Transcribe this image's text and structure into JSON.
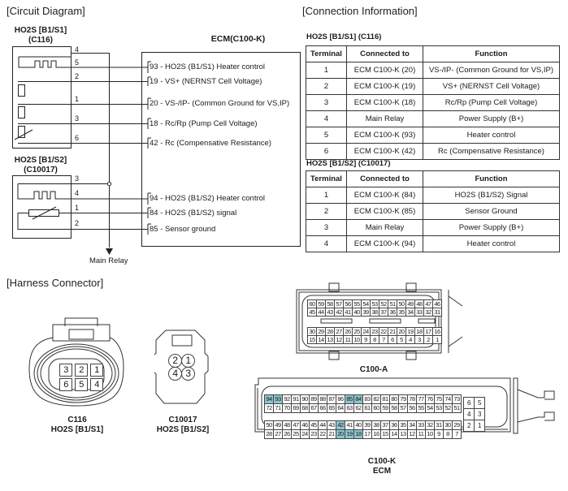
{
  "circuit_diagram": {
    "title": "[Circuit Diagram]",
    "ecm_title": "ECM(C100-K)",
    "sensor1": {
      "name": "HO2S [B1/S1]",
      "connector": "(C116)",
      "pins": [
        "4",
        "5",
        "2",
        "1",
        "3",
        "6"
      ]
    },
    "sensor2": {
      "name": "HO2S [B1/S2]",
      "connector": "(C10017)",
      "pins": [
        "3",
        "4",
        "1",
        "2"
      ]
    },
    "ecm_pins": [
      {
        "pin": "93",
        "label": " - HO2S (B1/S1) Heater control"
      },
      {
        "pin": "19",
        "label": " - VS+ (NERNST Cell Voltage)"
      },
      {
        "pin": "20",
        "label": " - VS-/IP- (Common Ground for VS,IP)"
      },
      {
        "pin": "18",
        "label": " - Rc/Rp (Pump Cell Voltage)"
      },
      {
        "pin": "42",
        "label": " - Rc (Compensative Resistance)"
      },
      {
        "pin": "94",
        "label": " - HO2S (B1/S2) Heater control"
      },
      {
        "pin": "84",
        "label": " - HO2S (B1/S2) signal"
      },
      {
        "pin": "85",
        "label": " - Sensor ground"
      }
    ],
    "main_relay": "Main Relay"
  },
  "connection_info": {
    "title": "[Connection Information]",
    "headers": [
      "Terminal",
      "Connected to",
      "Function"
    ],
    "tables": [
      {
        "title": "HO2S [B1/S1] (C116)",
        "rows": [
          [
            "1",
            "ECM C100-K (20)",
            "VS-/IP- (Common Ground for VS,IP)"
          ],
          [
            "2",
            "ECM C100-K (19)",
            "VS+ (NERNST Cell Voltage)"
          ],
          [
            "3",
            "ECM C100-K (18)",
            "Rc/Rp (Pump Cell Voltage)"
          ],
          [
            "4",
            "Main Relay",
            "Power Supply (B+)"
          ],
          [
            "5",
            "ECM C100-K (93)",
            "Heater control"
          ],
          [
            "6",
            "ECM C100-K (42)",
            "Rc (Compensative Resistance)"
          ]
        ]
      },
      {
        "title": "HO2S [B1/S2] (C10017)",
        "rows": [
          [
            "1",
            "ECM C100-K (84)",
            "HO2S (B1/S2) Signal"
          ],
          [
            "2",
            "ECM C100-K (85)",
            "Sensor Ground"
          ],
          [
            "3",
            "Main Relay",
            "Power Supply (B+)"
          ],
          [
            "4",
            "ECM C100-K (94)",
            "Heater control"
          ]
        ]
      }
    ]
  },
  "harness": {
    "title": "[Harness Connector]",
    "c116": {
      "caption1": "C116",
      "caption2": "HO2S [B1/S1]",
      "pins": [
        [
          "3",
          "2",
          "1"
        ],
        [
          "6",
          "5",
          "4"
        ]
      ]
    },
    "c10017": {
      "caption1": "C10017",
      "caption2": "HO2S [B1/S2]",
      "pins": [
        [
          "2",
          "1"
        ],
        [
          "4",
          "3"
        ]
      ]
    },
    "c100a": {
      "caption": "C100-A",
      "rows": [
        [
          "60",
          "59",
          "58",
          "57",
          "56",
          "55",
          "54",
          "53",
          "52",
          "51",
          "50",
          "49",
          "48",
          "47",
          "46"
        ],
        [
          "45",
          "44",
          "43",
          "42",
          "41",
          "40",
          "39",
          "38",
          "37",
          "36",
          "35",
          "34",
          "33",
          "32",
          "31"
        ],
        [
          "30",
          "29",
          "28",
          "27",
          "26",
          "25",
          "24",
          "23",
          "22",
          "21",
          "20",
          "19",
          "18",
          "17",
          "16"
        ],
        [
          "15",
          "14",
          "13",
          "12",
          "11",
          "10",
          "9",
          "8",
          "7",
          "6",
          "5",
          "4",
          "3",
          "2",
          "1"
        ]
      ]
    },
    "c100k": {
      "caption1": "C100-K",
      "caption2": "ECM",
      "highlight_color": "#8fc4cc",
      "highlighted": [
        "94",
        "93",
        "85",
        "84",
        "42",
        "20",
        "19",
        "18"
      ],
      "rows": [
        [
          "94",
          "93",
          "92",
          "91",
          "90",
          "89",
          "88",
          "87",
          "86",
          "85",
          "84",
          "83",
          "82",
          "81",
          "80",
          "79",
          "78",
          "77",
          "76",
          "75",
          "74",
          "73"
        ],
        [
          "72",
          "71",
          "70",
          "69",
          "68",
          "67",
          "66",
          "65",
          "64",
          "63",
          "62",
          "61",
          "60",
          "59",
          "58",
          "57",
          "56",
          "55",
          "54",
          "53",
          "52",
          "51"
        ],
        [
          "50",
          "49",
          "48",
          "47",
          "46",
          "45",
          "44",
          "43",
          "42",
          "41",
          "40",
          "39",
          "38",
          "37",
          "36",
          "35",
          "34",
          "33",
          "32",
          "31",
          "30",
          "29"
        ],
        [
          "28",
          "27",
          "26",
          "25",
          "24",
          "23",
          "22",
          "21",
          "20",
          "19",
          "18",
          "17",
          "16",
          "15",
          "14",
          "13",
          "12",
          "11",
          "10",
          "9",
          "8",
          "7"
        ]
      ],
      "small_block": [
        [
          "6",
          "5"
        ],
        [
          "4",
          "3"
        ],
        [
          "2",
          "1"
        ]
      ]
    }
  }
}
